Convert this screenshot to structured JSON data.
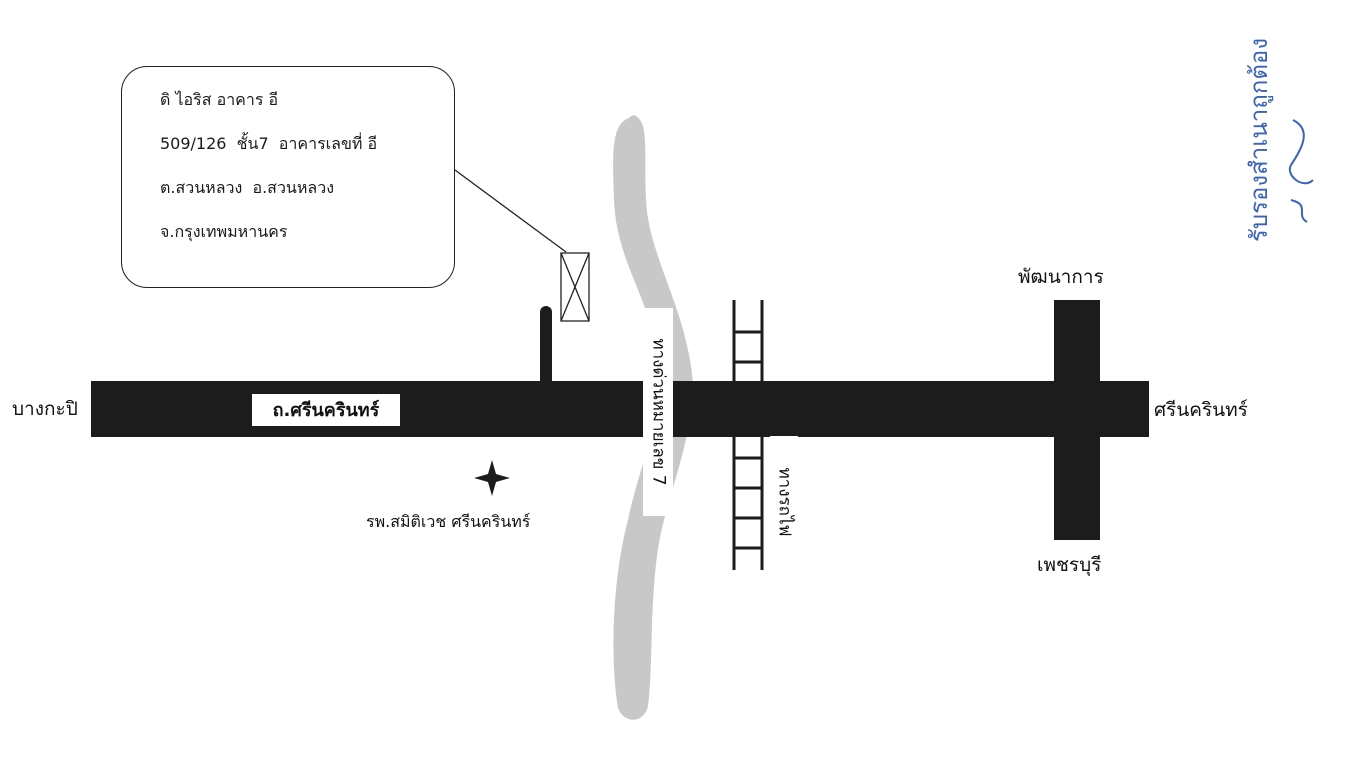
{
  "colors": {
    "road": "#1c1c1c",
    "expressway": "#c8c8c8",
    "stamp": "#3a63b8",
    "outline": "#222222"
  },
  "icons": {
    "building_marker": "building-marker-icon",
    "hospital_marker": "hospital-star-icon"
  },
  "callout": {
    "lines": [
      "ดิ ไอริส อาคาร อี",
      "509/126  ชั้น7  อาคารเลขที่ อี",
      "ต.สวนหลวง  อ.สวนหลวง",
      "จ.กรุงเทพมหานคร"
    ]
  },
  "labels": {
    "west_end": "บางกะปิ",
    "east_end": "ศรีนครินทร์",
    "main_road": "ถ.ศรีนครินทร์",
    "north_cross": "พัฒนาการ",
    "south_cross": "เพชรบุรี",
    "hospital": "รพ.สมิติเวช ศรีนครินทร์",
    "expressway": "ทางด่วนหมายเลข 7",
    "railway": "ทางรถไฟ"
  },
  "stamp": {
    "text": "รับรองสำเนาถูกต้อง"
  }
}
